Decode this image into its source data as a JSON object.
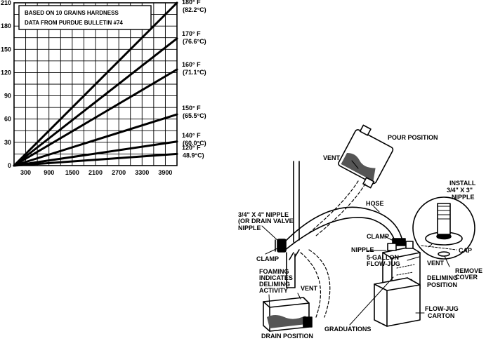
{
  "chart_data": {
    "type": "line",
    "note_lines": [
      "BASED ON 10 GRAINS HARDNESS",
      "DATA FROM PURDUE BULLETIN #74"
    ],
    "x_tick_labels": [
      "300",
      "900",
      "1500",
      "2100",
      "2700",
      "3300",
      "3900"
    ],
    "y_tick_labels": [
      "0",
      "30",
      "60",
      "90",
      "120",
      "150",
      "180",
      "210"
    ],
    "xlim": [
      0,
      4200
    ],
    "ylim": [
      0,
      210
    ],
    "grid": true,
    "series": [
      {
        "name": "180° F",
        "alt": "(82.2°C)",
        "x": [
          0,
          4200
        ],
        "y": [
          0,
          210
        ]
      },
      {
        "name": "170° F",
        "alt": "(76.6°C)",
        "x": [
          0,
          4200
        ],
        "y": [
          0,
          164
        ]
      },
      {
        "name": "160° F",
        "alt": "(71.1°C)",
        "x": [
          0,
          4200
        ],
        "y": [
          0,
          124
        ]
      },
      {
        "name": "150° F",
        "alt": "(65.5°C)",
        "x": [
          0,
          4200
        ],
        "y": [
          0,
          66
        ]
      },
      {
        "name": "140° F",
        "alt": "(60.0°C)",
        "x": [
          0,
          4200
        ],
        "y": [
          0,
          31
        ]
      },
      {
        "name": "120° F",
        "alt": "48.9°C)",
        "x": [
          0,
          4200
        ],
        "y": [
          0,
          15
        ]
      }
    ]
  },
  "diagram": {
    "labels": {
      "pour_position": "POUR POSITION",
      "vent_top": "VENT",
      "hose": "HOSE",
      "install_1": "INSTALL",
      "install_2": "3/4\" X 3\"",
      "install_3": "NIPPLE",
      "nipple4_1": "3/4\" X 4\" NIPPLE",
      "nipple4_2": "(OR DRAIN VALVE",
      "nipple4_3": "NIPPLE",
      "clamp_right": "CLAMP",
      "nipple": "NIPPLE",
      "cap": "CAP",
      "flowjug_1": "5-GALLON",
      "flowjug_2": "FLOW-JUG",
      "vent_right": "VENT",
      "clamp_left": "CLAMP",
      "remove_1": "REMOVE",
      "remove_2": "COVER",
      "deliming_1": "DELIMING",
      "deliming_2": "POSITION",
      "foaming_1": "FOAMING",
      "foaming_2": "INDICATES",
      "foaming_3": "DELIMING",
      "foaming_4": "ACTIVITY",
      "vent_bottom": "VENT",
      "carton_1": "FLOW-JUG",
      "carton_2": "CARTON",
      "graduations": "GRADUATIONS",
      "drain_position": "DRAIN POSITION"
    }
  }
}
